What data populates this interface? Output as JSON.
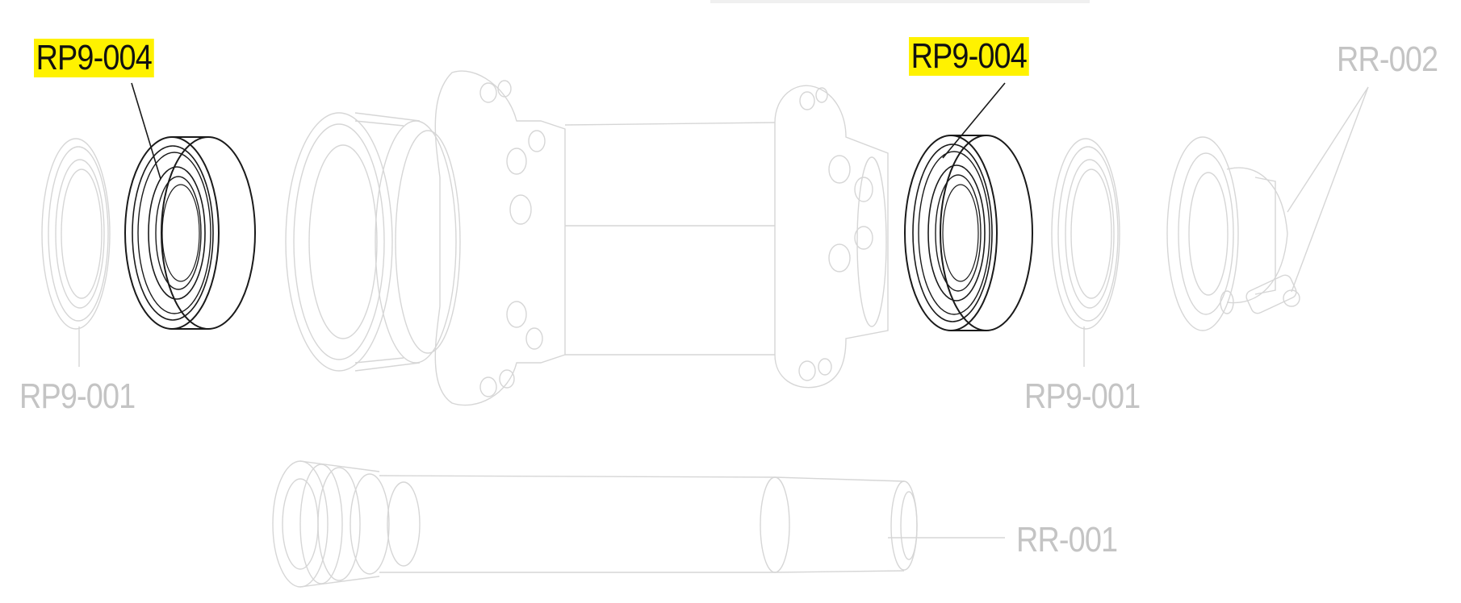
{
  "labels": {
    "left_bearing": "RP9-004",
    "right_bearing": "RP9-004",
    "end_cap_right": "RR-002",
    "seal_left": "RP9-001",
    "seal_right": "RP9-001",
    "axle": "RR-001"
  },
  "colors": {
    "highlight": "#fff200",
    "highlight_text": "#111111",
    "line_faded": "#d6d6d6",
    "text_faded": "#c4c4c4",
    "line_dark": "#1a1a1a"
  }
}
